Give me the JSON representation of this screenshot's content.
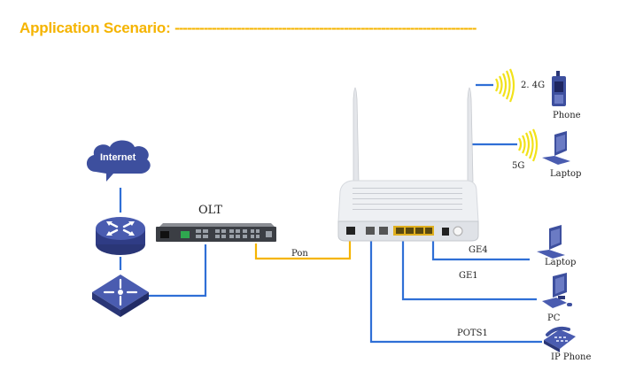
{
  "header": {
    "title": "Application Scenario:",
    "dashes": "-------------------------------------------------------------------------"
  },
  "colors": {
    "title": "#f5b400",
    "link_blue": "#2f6fd6",
    "link_pon": "#f5b400",
    "device_blue": "#3d4f9e",
    "wifi_yellow": "#f2e21a",
    "ethernet_port": "#e0b020"
  },
  "nodes": {
    "internet": {
      "label": "Internet",
      "icon": "cloud-icon"
    },
    "router": {
      "icon": "router-icon"
    },
    "switch": {
      "icon": "switch-icon"
    },
    "olt": {
      "label": "OLT",
      "icon": "olt-chassis-icon"
    },
    "onu": {
      "icon": "wifi-onu-router-icon"
    }
  },
  "links": {
    "pon": "Pon",
    "wifi_24": "2. 4G",
    "wifi_5": "5G",
    "ge4": "GE4",
    "ge1": "GE1",
    "pots1": "POTS1"
  },
  "clients": {
    "phone": "Phone",
    "laptop_wifi": "Laptop",
    "laptop_wired": "Laptop",
    "pc": "PC",
    "ip_phone": "IP Phone"
  }
}
